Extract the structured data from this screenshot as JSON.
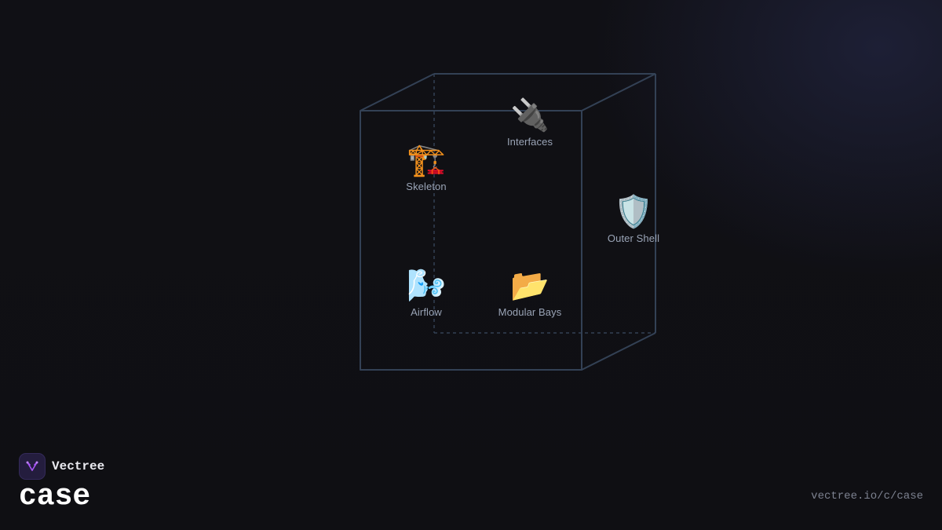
{
  "brand": {
    "name": "Vectree",
    "logo_icon": "vectree-logo-icon",
    "logo_color": "#a855f7"
  },
  "page": {
    "title": "case",
    "url": "vectree.io/c/case"
  },
  "diagram": {
    "type": "cube",
    "stroke_color": "#334155",
    "components": [
      {
        "id": "skeleton",
        "label": "Skeleton",
        "emoji": "🏗️",
        "icon": "construction-crane-icon"
      },
      {
        "id": "interfaces",
        "label": "Interfaces",
        "emoji": "🔌",
        "icon": "electric-plug-icon"
      },
      {
        "id": "outer-shell",
        "label": "Outer Shell",
        "emoji": "🛡️",
        "icon": "shield-icon"
      },
      {
        "id": "airflow",
        "label": "Airflow",
        "emoji": "🌬️",
        "icon": "wind-face-icon"
      },
      {
        "id": "modular-bays",
        "label": "Modular Bays",
        "emoji": "📂",
        "icon": "open-folder-icon"
      }
    ]
  }
}
